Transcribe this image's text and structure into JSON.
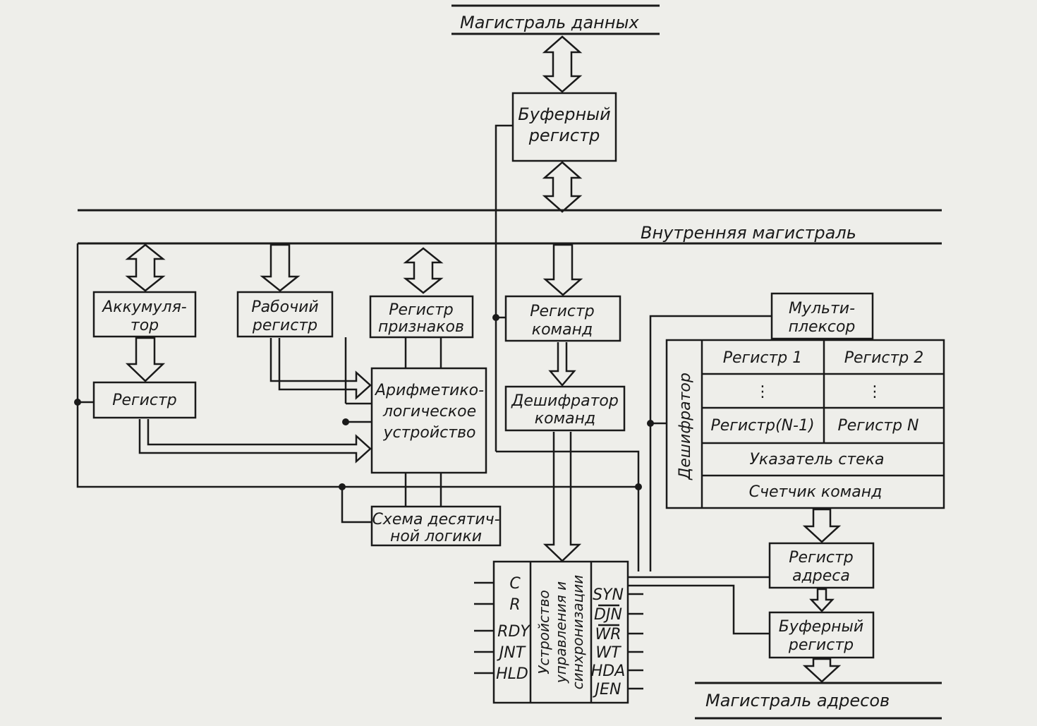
{
  "buses": {
    "data": "Магистраль данных",
    "internal": "Внутренняя магистраль",
    "address": "Магистраль адресов"
  },
  "blocks": {
    "buffer_top": [
      "Буферный",
      "регистр"
    ],
    "accumulator": [
      "Аккумуля-",
      "тор"
    ],
    "work_register": [
      "Рабочий",
      "регистр"
    ],
    "flags_register": [
      "Регистр",
      "признаков"
    ],
    "command_register": [
      "Регистр",
      "команд"
    ],
    "multiplexer": [
      "Мульти-",
      "плексор"
    ],
    "register": "Регистр",
    "alu": [
      "Арифметико-",
      "логическое",
      "устройство"
    ],
    "command_decoder": [
      "Дешифратор",
      "команд"
    ],
    "decimal_logic": [
      "Схема десятич-",
      "ной логики"
    ],
    "decoder": "Дешифратор",
    "register_file": {
      "r1": "Регистр 1",
      "r2": "Регистр 2",
      "dots": "⋮",
      "rn1": "Регистр(N-1)",
      "rn": "Регистр N",
      "stack_pointer": "Указатель стека",
      "program_counter": "Счетчик команд"
    },
    "address_register": [
      "Регистр",
      "адреса"
    ],
    "buffer_bottom": [
      "Буферный",
      "регистр"
    ],
    "control_unit": [
      "Устройство",
      "управления и",
      "синхронизации"
    ]
  },
  "signals": {
    "inputs": [
      "C",
      "R",
      "RDY",
      "JNT",
      "HLD"
    ],
    "outputs": [
      "SYN",
      "DJN",
      "WR",
      "WT",
      "HDA",
      "JEN"
    ]
  }
}
